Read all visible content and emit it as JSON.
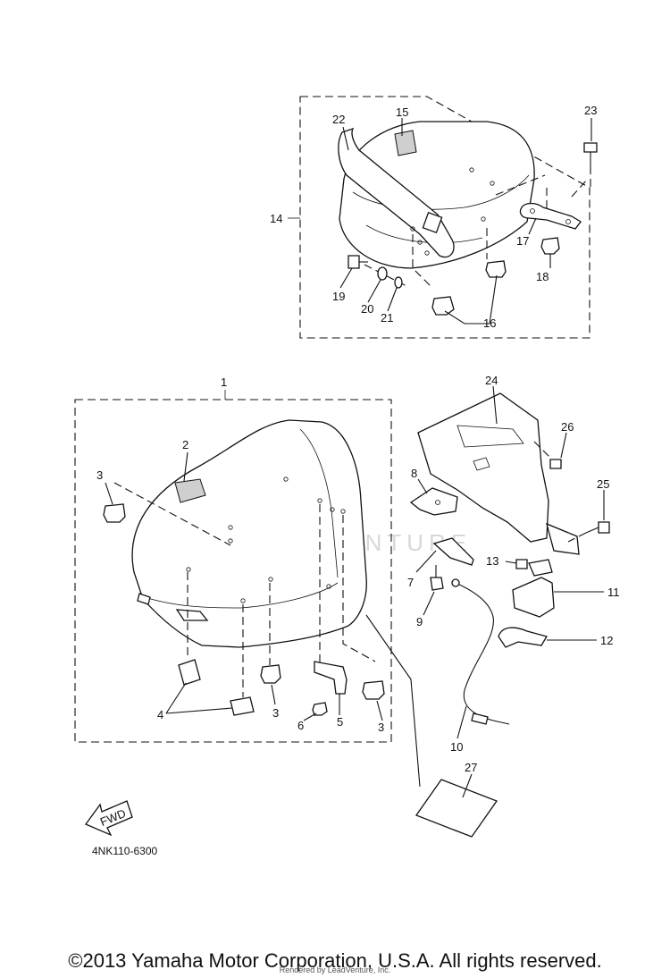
{
  "diagram": {
    "code": "4NK110-6300",
    "watermark": "LEADVENTURE",
    "fwd_label": "FWD",
    "callouts": [
      "1",
      "2",
      "3",
      "3",
      "3",
      "4",
      "5",
      "6",
      "7",
      "8",
      "9",
      "10",
      "11",
      "12",
      "13",
      "14",
      "15",
      "16",
      "17",
      "18",
      "19",
      "20",
      "21",
      "22",
      "23",
      "24",
      "25",
      "26",
      "27"
    ]
  },
  "footer": {
    "copyright": "©2013 Yamaha Motor Corporation, U.S.A. All rights reserved.",
    "rendered_by": "Rendered by LeadVenture, Inc."
  }
}
